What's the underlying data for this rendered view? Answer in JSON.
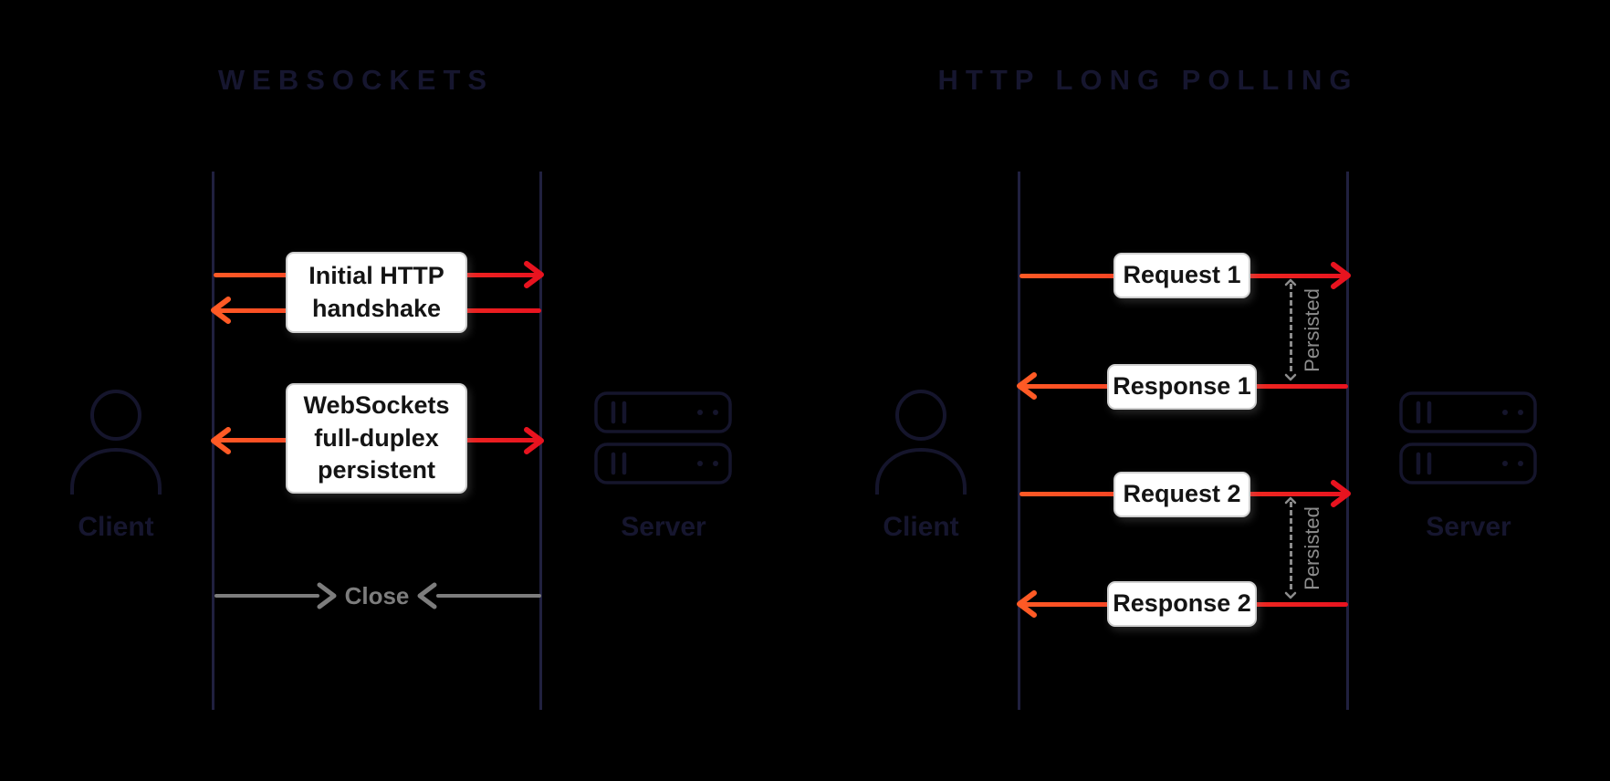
{
  "colors": {
    "background": "#000000",
    "accent_orange": "#ff5a25",
    "accent_red": "#e8131f",
    "muted_gray": "#7d7d7d",
    "persisted_gray": "#8c8c8c",
    "dark_navy": "#16162f",
    "box_background": "#ffffff",
    "box_text": "#141414"
  },
  "websockets": {
    "title": "WEBSOCKETS",
    "client_label": "Client",
    "server_label": "Server",
    "handshake_label": "Initial HTTP\nhandshake",
    "duplex_label": "WebSockets\nfull-duplex\npersistent",
    "close_label": "Close"
  },
  "long_polling": {
    "title": "HTTP LONG POLLING",
    "client_label": "Client",
    "server_label": "Server",
    "request1_label": "Request 1",
    "response1_label": "Response 1",
    "request2_label": "Request 2",
    "response2_label": "Response 2",
    "persisted1_label": "Persisted",
    "persisted2_label": "Persisted"
  }
}
